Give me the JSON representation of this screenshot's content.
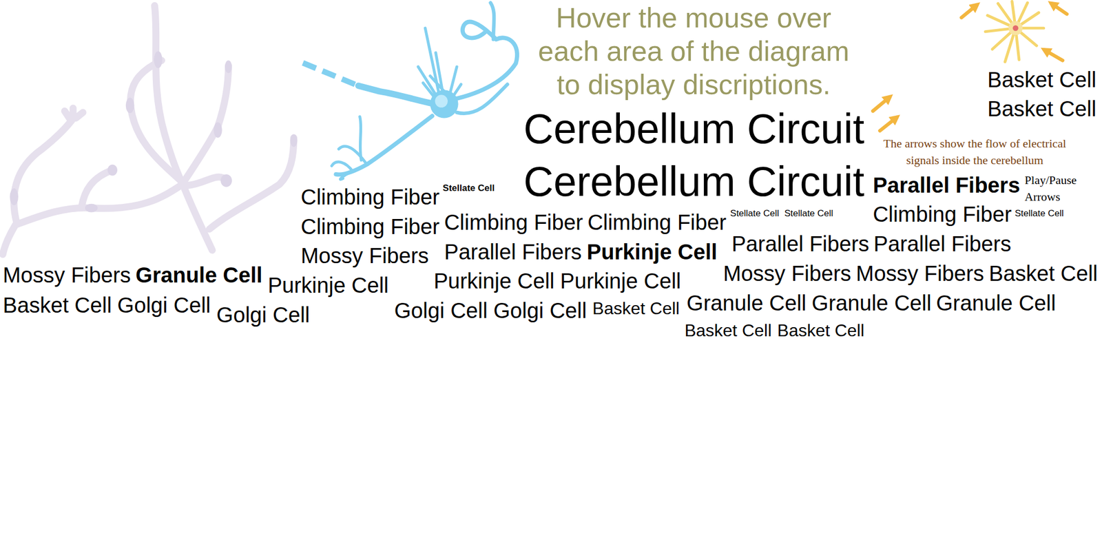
{
  "diagram": {
    "title": "Cerebellum Circuit",
    "labels": [
      "Hover the mouse over each area of the diagram to display discriptions.",
      "Basket Cell",
      "Basket Cell",
      "Cerebellum Circuit",
      "The arrows show the flow of electrical signals inside the cerebellum",
      "Parallel Fibers",
      "Play/Pause Arrows",
      "Climbing Fiber",
      "Stellate Cell",
      "Climbing Fiber",
      "Stellate Cell",
      "Climbing Fiber",
      "Climbing Fiber",
      "Climbing Fiber",
      "Stellate Cell",
      "Stellate Cell",
      "Mossy Fibers",
      "Parallel Fibers",
      "Purkinje Cell",
      "Parallel Fibers",
      "Parallel Fibers",
      "Mossy Fibers",
      "Granule Cell",
      "Mossy Fibers",
      "Mossy Fibers",
      "Basket Cell",
      "Purkinje Cell",
      "Purkinje Cell",
      "Purkinje Cell",
      "Basket Cell",
      "Golgi Cell",
      "Golgi Cell",
      "Golgi Cell",
      "Golgi Cell",
      "Basket Cell",
      "Granule Cell",
      "Granule Cell",
      "Granule Cell",
      "Basket Cell",
      "Basket Cell"
    ]
  }
}
